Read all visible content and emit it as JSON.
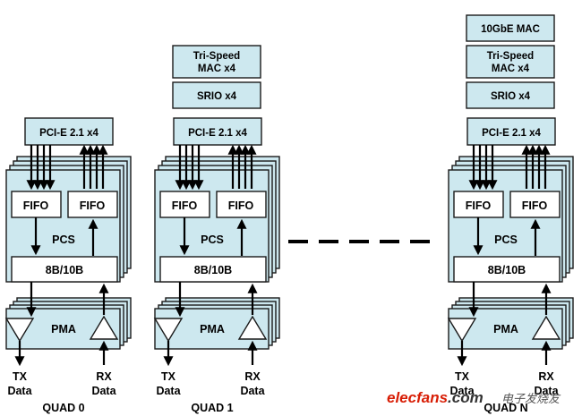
{
  "quads": [
    {
      "name": "QUAD 0",
      "top_blocks": [],
      "pcie": "PCI-E 2.1 x4",
      "fifo_tx": "FIFO",
      "fifo_rx": "FIFO",
      "pcs": "PCS",
      "encoder": "8B/10B",
      "pma": "PMA",
      "tx_label": "TX",
      "tx_sub": "Data",
      "rx_label": "RX",
      "rx_sub": "Data"
    },
    {
      "name": "QUAD 1",
      "top_blocks": [
        {
          "line1": "Tri-Speed",
          "line2": "MAC x4"
        },
        {
          "line1": "SRIO x4",
          "line2": ""
        }
      ],
      "pcie": "PCI-E 2.1 x4",
      "fifo_tx": "FIFO",
      "fifo_rx": "FIFO",
      "pcs": "PCS",
      "encoder": "8B/10B",
      "pma": "PMA",
      "tx_label": "TX",
      "tx_sub": "Data",
      "rx_label": "RX",
      "rx_sub": "Data"
    },
    {
      "name": "QUAD N",
      "top_blocks": [
        {
          "line1": "10GbE MAC",
          "line2": ""
        },
        {
          "line1": "Tri-Speed",
          "line2": "MAC x4"
        },
        {
          "line1": "SRIO x4",
          "line2": ""
        }
      ],
      "pcie": "PCI-E 2.1 x4",
      "fifo_tx": "FIFO",
      "fifo_rx": "FIFO",
      "pcs": "PCS",
      "encoder": "8B/10B",
      "pma": "PMA",
      "tx_label": "TX",
      "tx_sub": "Data",
      "rx_label": "RX",
      "rx_sub": "Data"
    }
  ],
  "watermark": {
    "brand": "elecfans",
    "domain": ".com",
    "cn_text": "电子发烧友",
    "brand_color": "#d81e06"
  }
}
